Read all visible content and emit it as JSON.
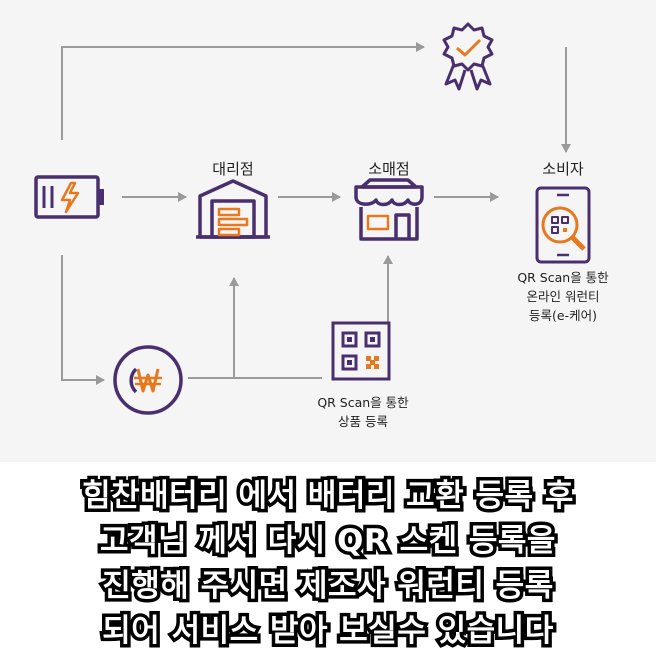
{
  "nodes": {
    "distributor": {
      "label": "대리점"
    },
    "retailer": {
      "label": "소매점"
    },
    "consumer": {
      "label": "소비자"
    }
  },
  "notes": {
    "consumer_online": [
      "QR Scan을 통한",
      "온라인 워런티",
      "등록(e-케어)"
    ],
    "product_register": [
      "QR Scan을 통한",
      "상품 등록"
    ]
  },
  "caption": {
    "lines": [
      "힘찬배터리 에서 배터리 교환 등록 후",
      "고객님 께서 다시 QR 스켄 등록을",
      "진행해 주시면 제조사 워런티 등록",
      "되어 서비스 받아 보실수 있습니다"
    ]
  },
  "colors": {
    "purple": "#4a2f6e",
    "orange": "#e8781e",
    "arrow": "#9a9a9a",
    "background": "#f5f5f6"
  },
  "icons": [
    "battery-icon",
    "warehouse-icon",
    "store-icon",
    "warranty-badge-icon",
    "phone-qr-scan-icon",
    "won-coin-icon",
    "qr-code-icon"
  ]
}
